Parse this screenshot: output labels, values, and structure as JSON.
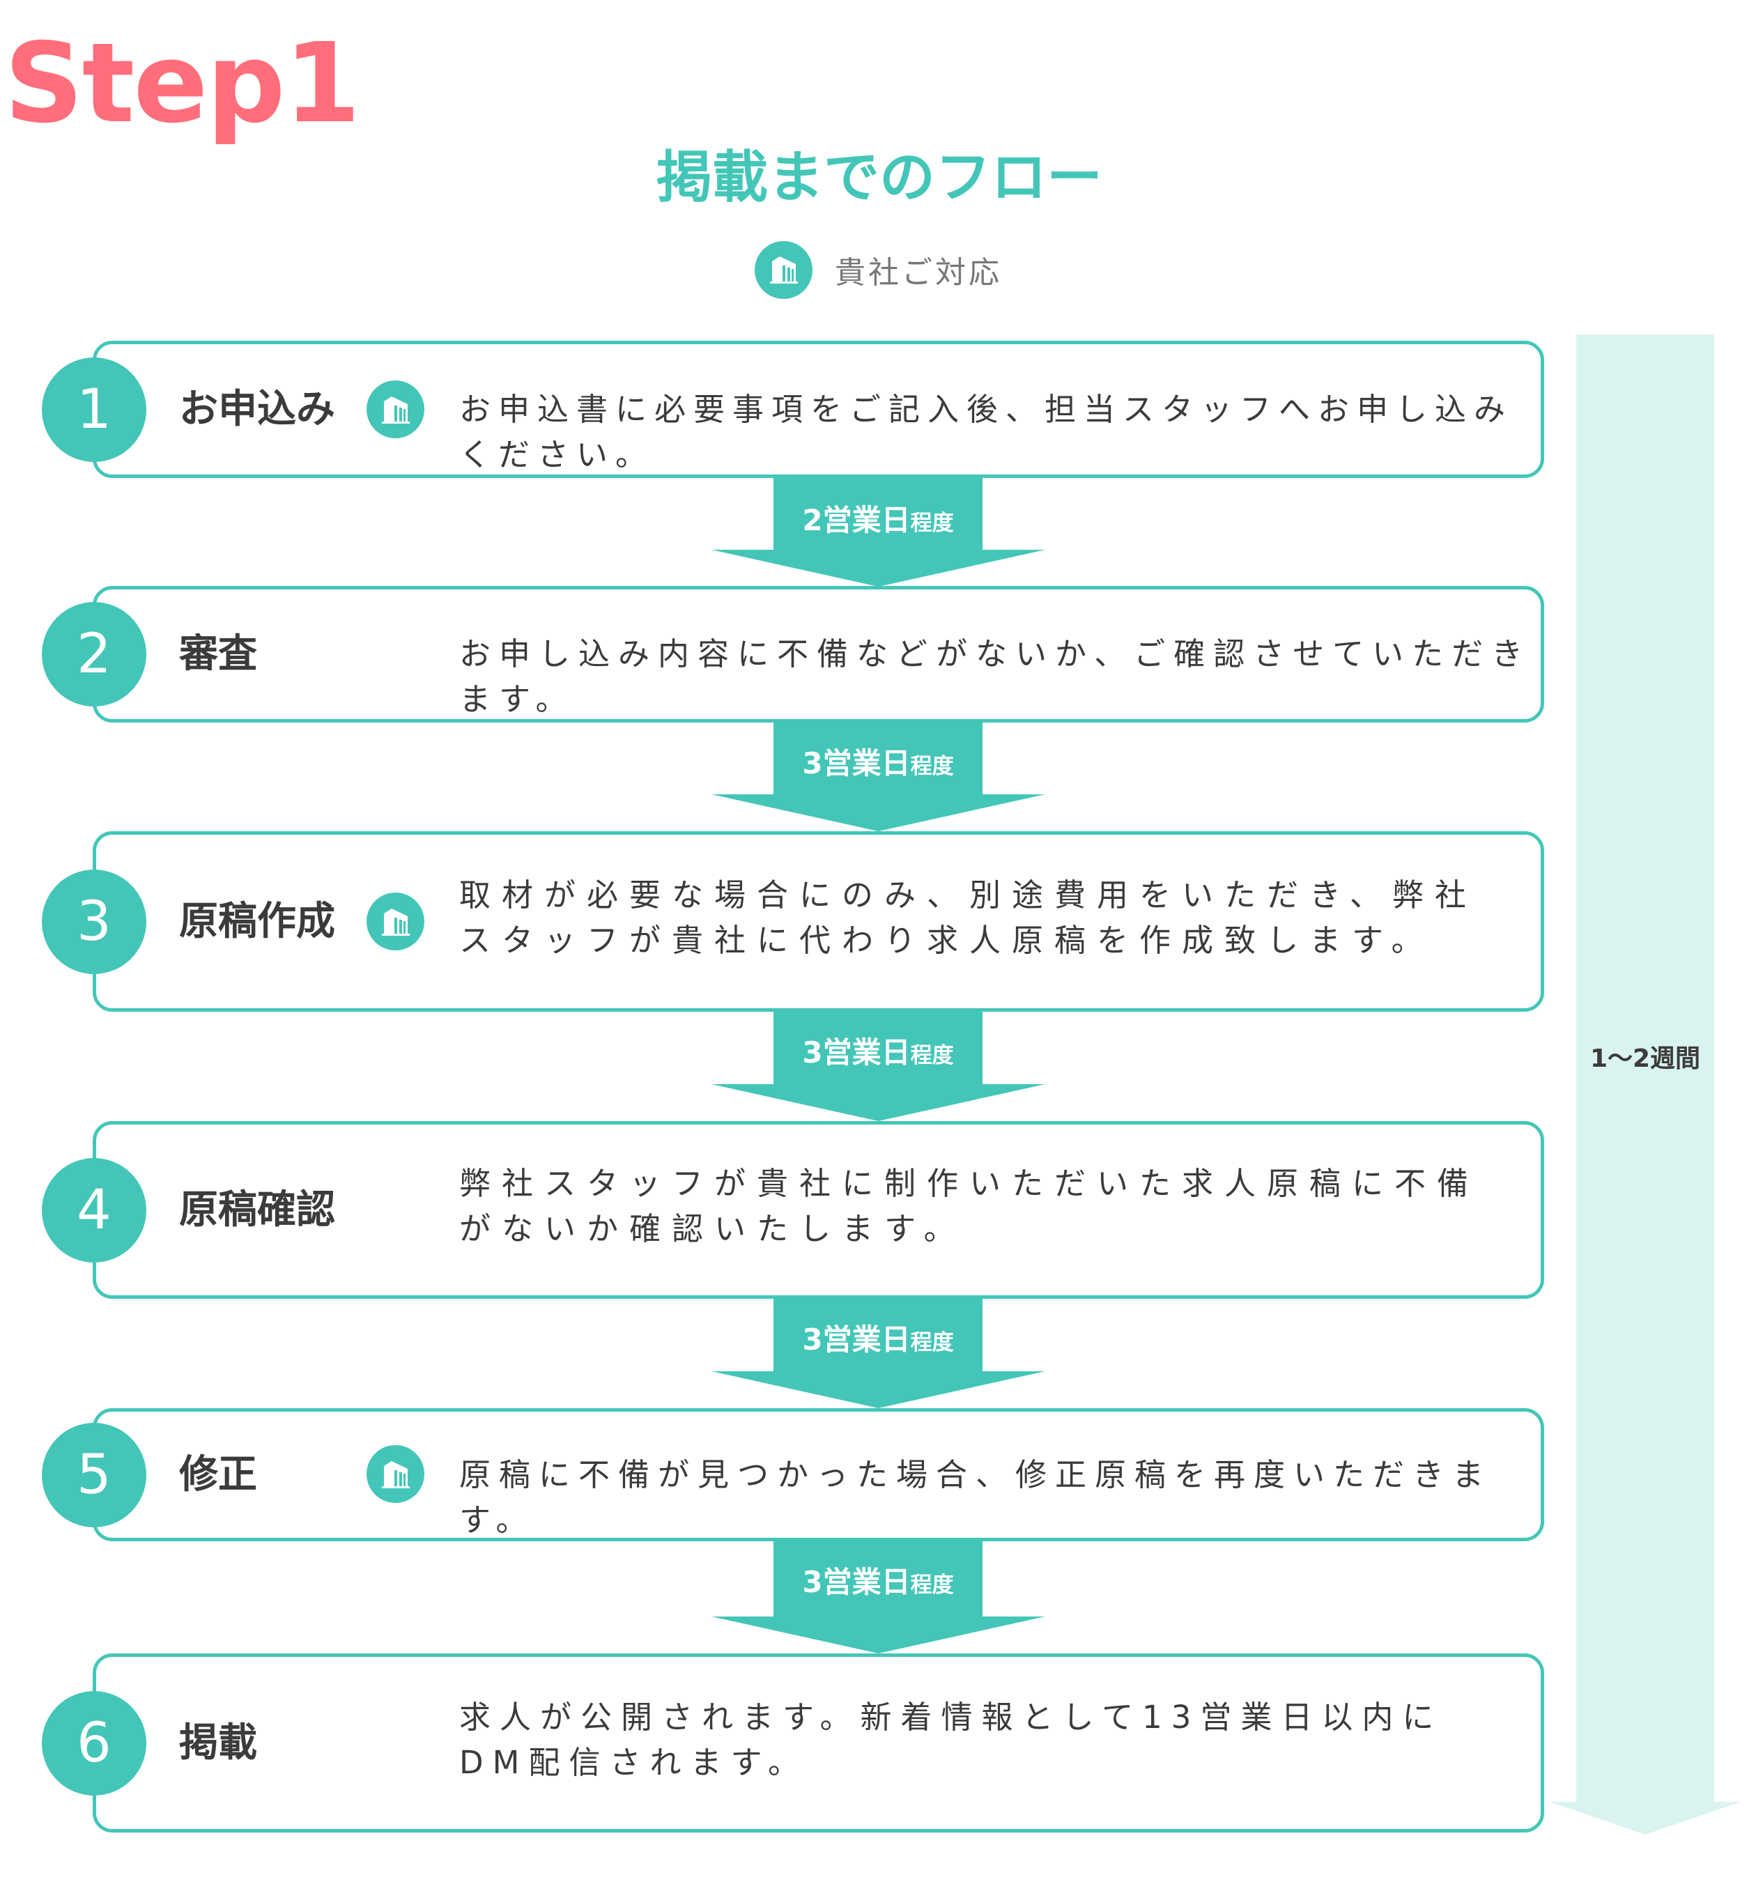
{
  "header": {
    "step_label": "Step1",
    "title": "掲載までのフロー",
    "legend": {
      "icon": "building-icon",
      "text": "貴社ご対応"
    }
  },
  "colors": {
    "accent": "#43c6b8",
    "accent_light": "#d9f3f0",
    "step_label": "#ff6e7a",
    "text": "#3d3a3a",
    "legend_text": "#777777"
  },
  "steps": [
    {
      "number": "1",
      "title": "お申込み",
      "client_action": true,
      "description": "お申込書に必要事項をご記入後、担当スタッフへお申し込みください。"
    },
    {
      "number": "2",
      "title": "審査",
      "client_action": false,
      "description": "お申し込み内容に不備などがないか、ご確認させていただきます。"
    },
    {
      "number": "3",
      "title": "原稿作成",
      "client_action": true,
      "description": "取材が必要な場合にのみ、別途費用をいただき、弊社スタッフが貴社に代わり求人原稿を作成致します。"
    },
    {
      "number": "4",
      "title": "原稿確認",
      "client_action": false,
      "description": "弊社スタッフが貴社に制作いただいた求人原稿に不備がないか確認いたします。"
    },
    {
      "number": "5",
      "title": "修正",
      "client_action": true,
      "description": "原稿に不備が見つかった場合、修正原稿を再度いただきます。"
    },
    {
      "number": "6",
      "title": "掲載",
      "client_action": false,
      "description": "求人が公開されます。新着情報として13営業日以内にDM配信されます。"
    }
  ],
  "arrows": [
    {
      "days": "2営業日",
      "suffix": "程度"
    },
    {
      "days": "3営業日",
      "suffix": "程度"
    },
    {
      "days": "3営業日",
      "suffix": "程度"
    },
    {
      "days": "3営業日",
      "suffix": "程度"
    },
    {
      "days": "3営業日",
      "suffix": "程度"
    }
  ],
  "total_duration": "1〜2週間"
}
